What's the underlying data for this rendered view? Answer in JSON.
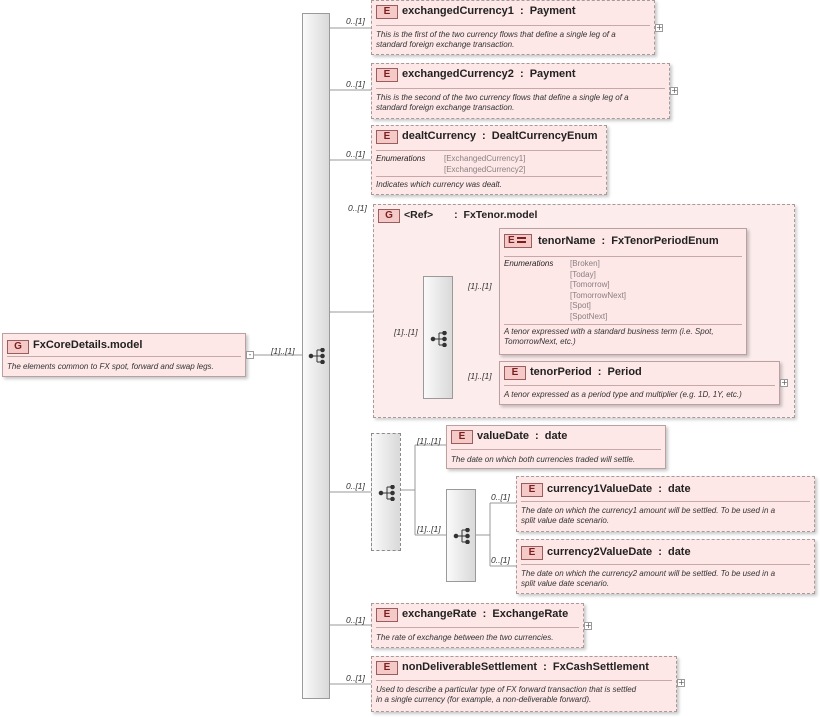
{
  "root": {
    "badge": "G",
    "name": "FxCoreDetails.model",
    "doc": "The elements common to FX spot, forward and swap legs.",
    "cardinality": "[1]..[1]"
  },
  "elements": {
    "exchangedCurrency1": {
      "badge": "E",
      "name": "exchangedCurrency1",
      "type": "Payment",
      "cardinality": "0..[1]",
      "doc_lines": [
        "This is the first of the two currency flows that define a single leg of a",
        "standard foreign exchange transaction."
      ]
    },
    "exchangedCurrency2": {
      "badge": "E",
      "name": "exchangedCurrency2",
      "type": "Payment",
      "cardinality": "0..[1]",
      "doc_lines": [
        "This is the second of the two currency flows that define a single leg of a",
        "standard foreign exchange transaction."
      ]
    },
    "dealtCurrency": {
      "badge": "E",
      "name": "dealtCurrency",
      "type": "DealtCurrencyEnum",
      "cardinality": "0..[1]",
      "enum_label": "Enumerations",
      "enums": [
        "[ExchangedCurrency1]",
        "[ExchangedCurrency2]"
      ],
      "doc": "Indicates which currency was dealt."
    },
    "fxTenor": {
      "badge": "G",
      "ref": "<Ref>",
      "name": "FxTenor.model",
      "cardinality": "0..[1]",
      "seq_cardinality": "[1]..[1]"
    },
    "tenorName": {
      "badge": "E",
      "name": "tenorName",
      "type": "FxTenorPeriodEnum",
      "cardinality": "[1]..[1]",
      "enum_label": "Enumerations",
      "enums": [
        "[Broken]",
        "[Today]",
        "[Tomorrow]",
        "[TomorrowNext]",
        "[Spot]",
        "[SpotNext]"
      ],
      "doc_lines": [
        "A tenor expressed with a standard business term (i.e. Spot,",
        "TomorrowNext, etc.)"
      ]
    },
    "tenorPeriod": {
      "badge": "E",
      "name": "tenorPeriod",
      "type": "Period",
      "cardinality": "[1]..[1]",
      "doc": "A tenor expressed as a period type and multiplier (e.g. 1D, 1Y, etc.)"
    },
    "valueDateChoice": {
      "cardinality": "0..[1]",
      "inner_cardinality": "[1]..[1]",
      "seq_cardinality": "[1]..[1]"
    },
    "valueDate": {
      "badge": "E",
      "name": "valueDate",
      "type": "date",
      "cardinality": "[1]..[1]",
      "doc": "The date on which both currencies traded will settle."
    },
    "currency1ValueDate": {
      "badge": "E",
      "name": "currency1ValueDate",
      "type": "date",
      "cardinality": "0..[1]",
      "doc_lines": [
        "The date on which the currency1 amount will be settled. To be used in a",
        "split value date scenario."
      ]
    },
    "currency2ValueDate": {
      "badge": "E",
      "name": "currency2ValueDate",
      "type": "date",
      "cardinality": "0..[1]",
      "doc_lines": [
        "The date on which the currency2 amount will be settled. To be used in a",
        "split value date scenario."
      ]
    },
    "exchangeRate": {
      "badge": "E",
      "name": "exchangeRate",
      "type": "ExchangeRate",
      "cardinality": "0..[1]",
      "doc": "The rate of exchange between the two currencies."
    },
    "nonDeliverableSettlement": {
      "badge": "E",
      "name": "nonDeliverableSettlement",
      "type": "FxCashSettlement",
      "cardinality": "0..[1]",
      "doc_lines": [
        "Used to describe a particular type of FX forward transaction that is settled",
        "in a single currency (for example, a non-deliverable forward)."
      ]
    }
  },
  "symbols": {
    "type_separator": ":",
    "expand": "+",
    "collapse": "-"
  },
  "colors": {
    "element_fill": "#fde7e7",
    "badge_fill": "#f6c9c9",
    "badge_text": "#7a1f1f",
    "wire": "#9a9a9a"
  }
}
